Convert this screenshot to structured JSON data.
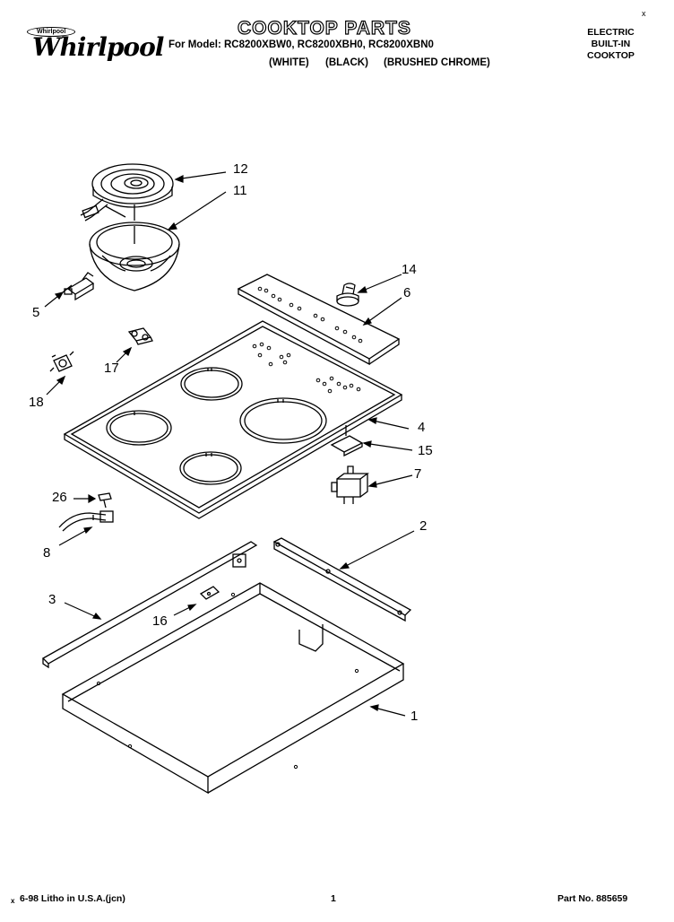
{
  "header": {
    "brand": "Whirlpool",
    "brand_badge": "Whirlpool",
    "title": "COOKTOP PARTS",
    "model_line": "For Model: RC8200XBW0, RC8200XBH0, RC8200XBN0",
    "colors": [
      "(WHITE)",
      "(BLACK)",
      "(BRUSHED CHROME)"
    ],
    "type_lines": [
      "ELECTRIC",
      "BUILT-IN",
      "COOKTOP"
    ],
    "corner_mark": "x"
  },
  "callouts": {
    "c1": "1",
    "c2": "2",
    "c3": "3",
    "c4": "4",
    "c5": "5",
    "c6": "6",
    "c7": "7",
    "c8": "8",
    "c11": "11",
    "c12": "12",
    "c14": "14",
    "c15": "15",
    "c16": "16",
    "c17": "17",
    "c18": "18",
    "c26": "26"
  },
  "footer": {
    "litho": "6-98 Litho in U.S.A.(jcn)",
    "mark": "x",
    "page": "1",
    "part_no": "Part No. 885659"
  }
}
